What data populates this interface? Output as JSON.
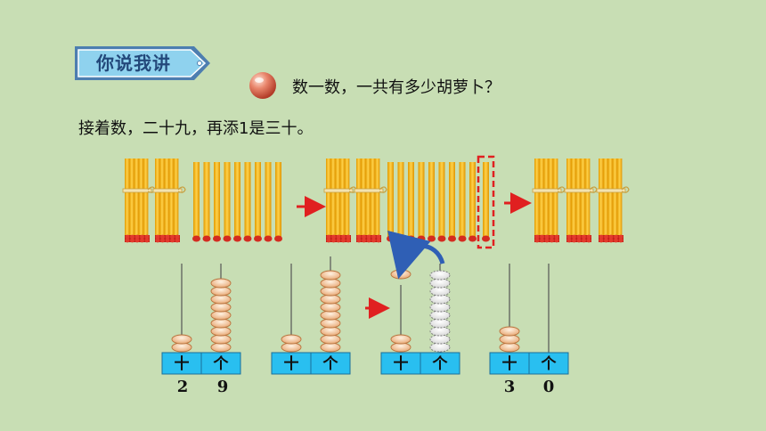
{
  "badge": {
    "label": "你说我讲"
  },
  "question": "数一数，一共有多少胡萝卜？",
  "sentence": "接着数，二十九，再添1是三十。",
  "abacus_labels": {
    "tens": "十",
    "ones": "个"
  },
  "abaci": [
    {
      "tens": 2,
      "ones": 9,
      "digits": [
        "2",
        "9"
      ]
    },
    {
      "tens": 2,
      "ones": 10,
      "digits": []
    },
    {
      "tens": 2,
      "ones": 10,
      "digits": [],
      "carry_bead": true
    },
    {
      "tens": 3,
      "ones": 0,
      "digits": [
        "3",
        "0"
      ]
    }
  ],
  "stick_groups": [
    {
      "bundles": 2,
      "singles": 9
    },
    {
      "bundles": 2,
      "singles": 10,
      "highlight_last": true
    },
    {
      "bundles": 3,
      "singles": 0
    }
  ],
  "colors": {
    "background": "#c8deb4",
    "badge_fill": "#8fd2ee",
    "stick": "#f2b200",
    "stick_tip": "#d42b20",
    "bead": "#f3c79a",
    "abacus_box": "#29bff0",
    "arrow": "#e02020",
    "carry_arrow": "#2f5fb5"
  }
}
